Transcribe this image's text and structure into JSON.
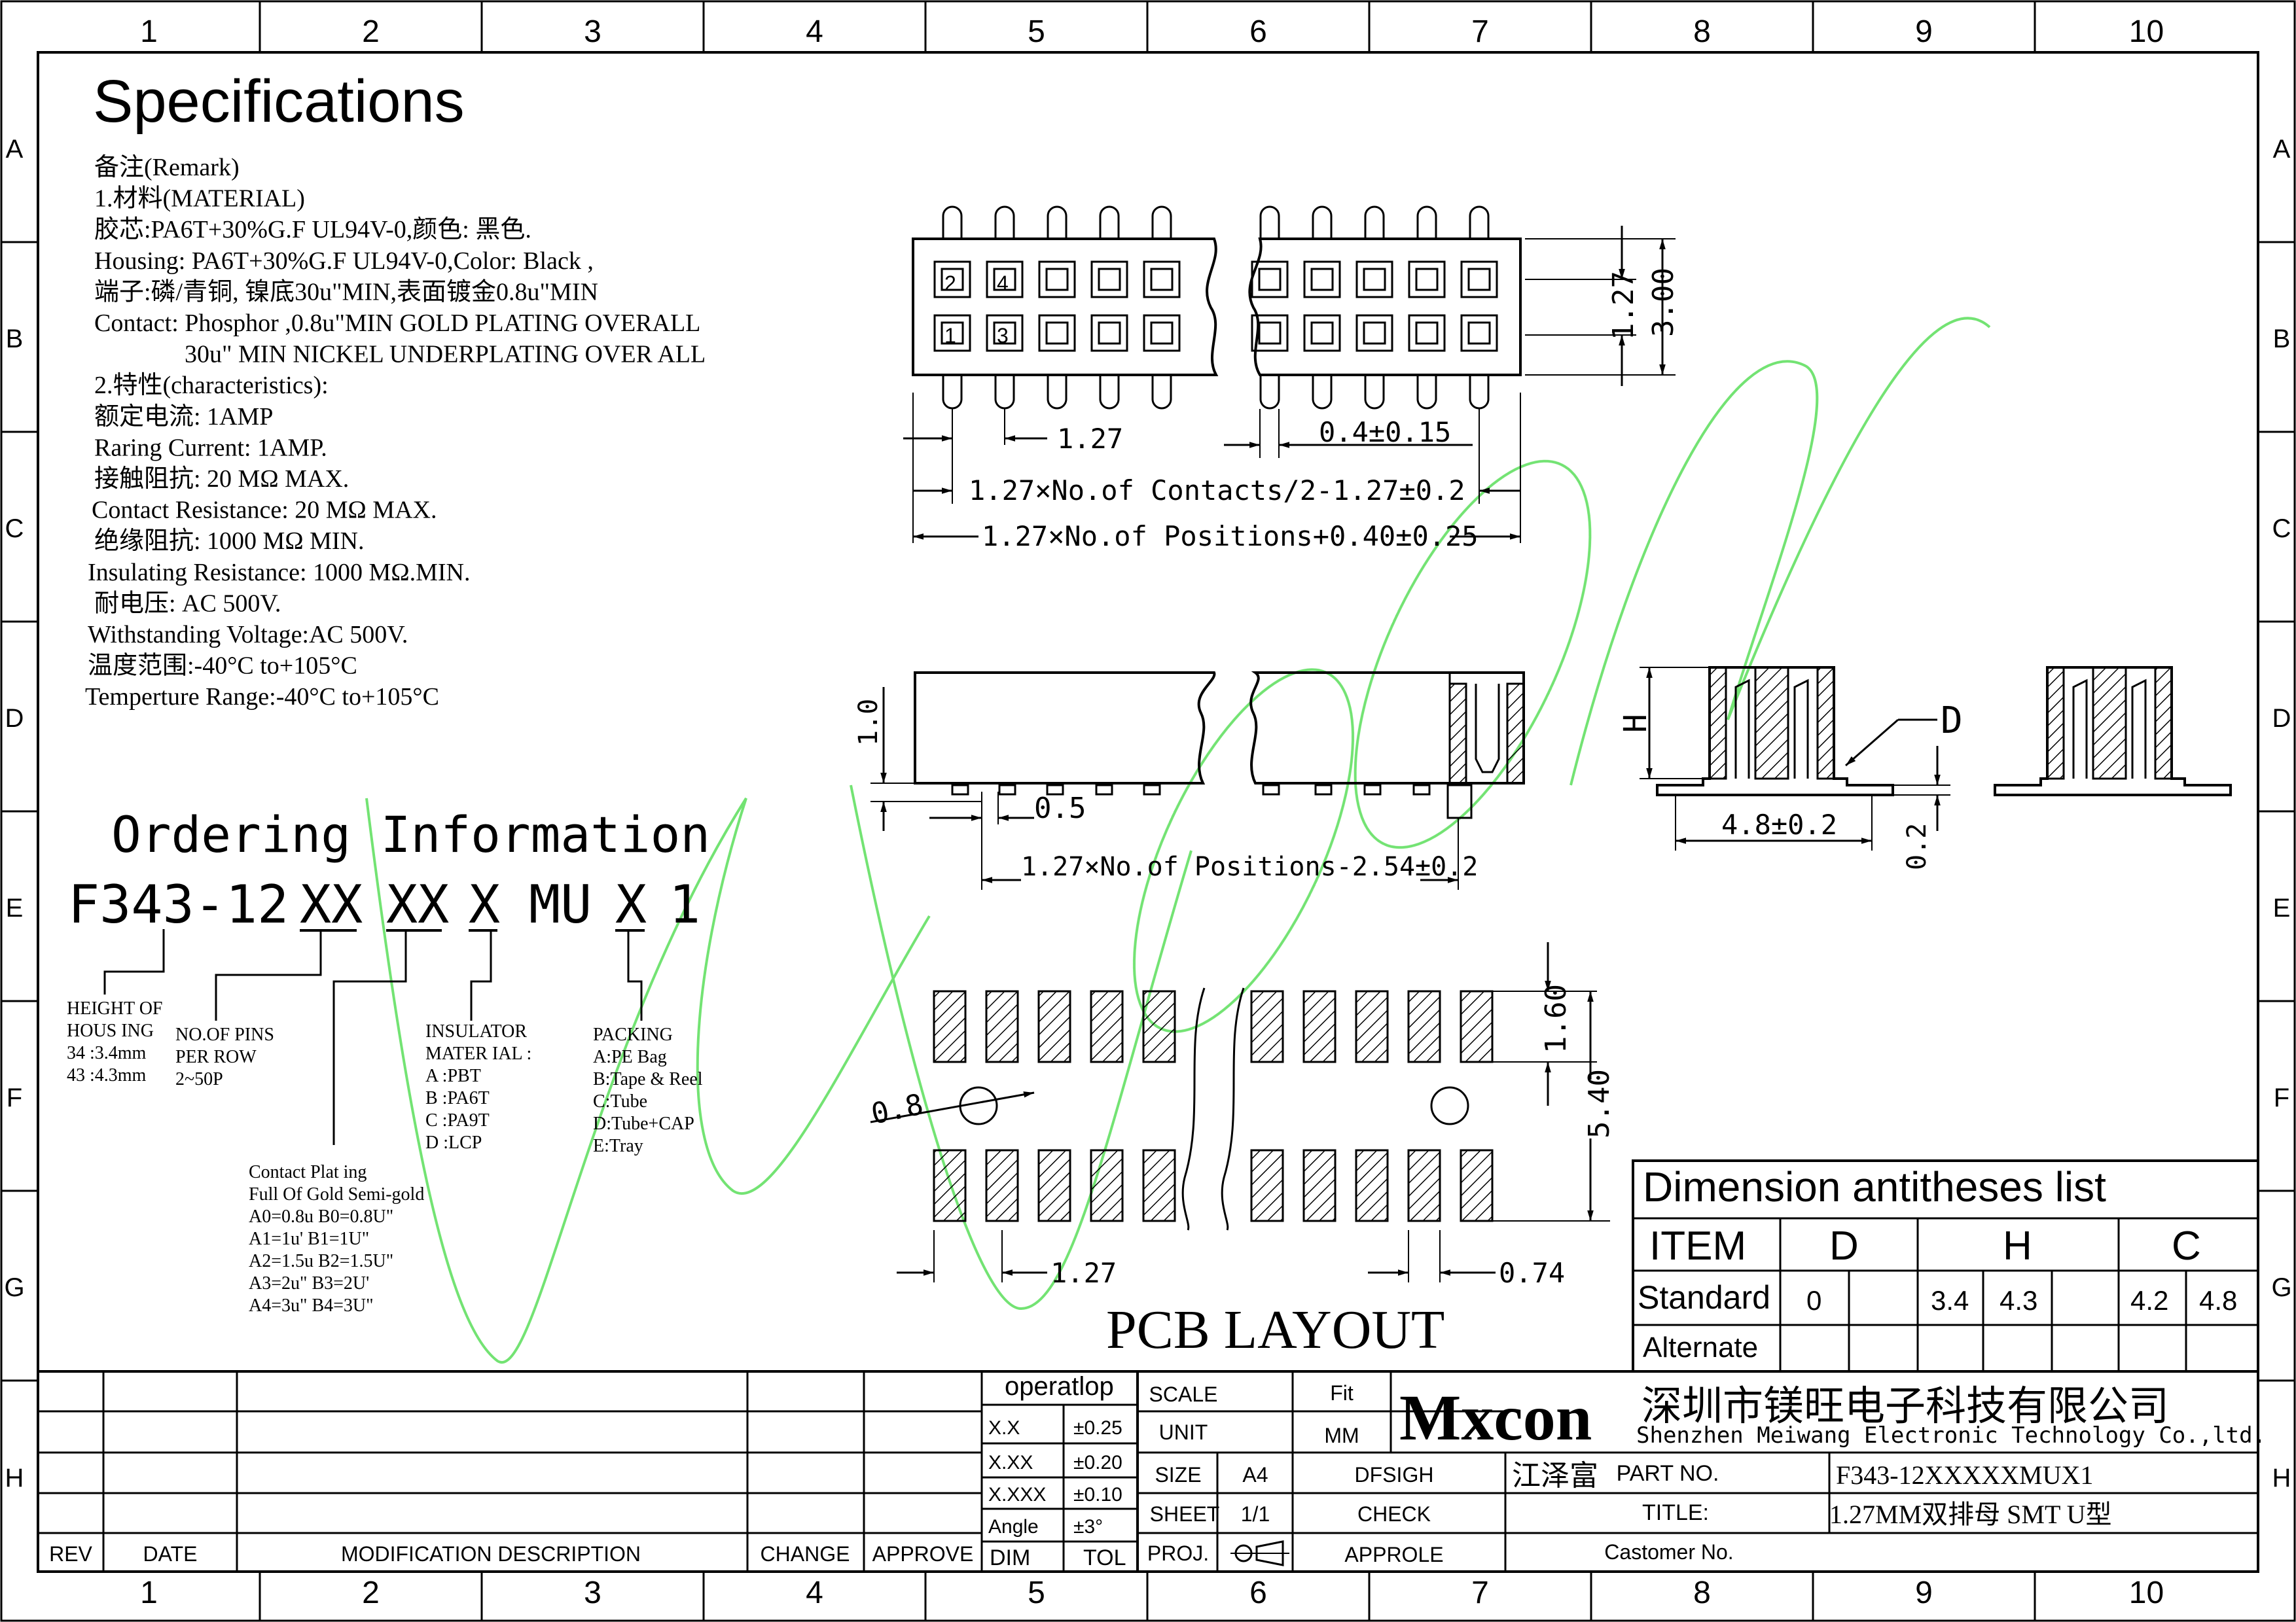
{
  "frame": {
    "col_labels": [
      "1",
      "2",
      "3",
      "4",
      "5",
      "6",
      "7",
      "8",
      "9",
      "10"
    ],
    "row_labels": [
      "A",
      "B",
      "C",
      "D",
      "E",
      "F",
      "G",
      "H"
    ]
  },
  "specs": {
    "title": "Specifications",
    "lines": [
      "备注(Remark)",
      "1.材料(MATERIAL)",
      "胶芯:PA6T+30%G.F UL94V-0,颜色: 黑色.",
      " Housing: PA6T+30%G.F UL94V-0,Color: Black ,",
      "端子:磷/青铜, 镍底30u\"MIN,表面镀金0.8u\"MIN",
      "Contact: Phosphor  ,0.8u\"MIN GOLD PLATING OVERALL",
      "30u\" MIN NICKEL UNDERPLATING OVER ALL",
      "2.特性(characteristics):",
      "额定电流: 1AMP",
      " Raring Current: 1AMP.",
      "接触阻抗: 20 MΩ MAX.",
      "Contact Resistance: 20 MΩ MAX.",
      "绝缘阻抗: 1000 MΩ MIN.",
      "Insulating Resistance: 1000 MΩ.MIN.",
      "耐电压: AC 500V.",
      "Withstanding Voltage:AC 500V.",
      "温度范围:-40°C to+105°C",
      "Temperture Range:-40°C to+105°C"
    ]
  },
  "ordering": {
    "title": "Ordering Information",
    "code": [
      "F343-12",
      "XX",
      "XX",
      "X",
      "MU",
      "X",
      "1"
    ],
    "height": [
      "HEIGHT OF",
      "HOUS ING",
      "34 :3.4mm",
      "43 :4.3mm"
    ],
    "pins": [
      "NO.OF PINS",
      "PER ROW",
      "2~50P"
    ],
    "insulator": [
      "INSULATOR",
      "MATER IAL :",
      "A :PBT",
      "B :PA6T",
      "C :PA9T",
      "D :LCP"
    ],
    "packing": [
      "PACKING",
      "A:PE Bag",
      "B:Tape & Reel",
      "C:Tube",
      "D:Tube+CAP",
      "E:Tray"
    ],
    "plating": [
      "Contact Plat ing",
      "Full Of Gold Semi-gold",
      "A0=0.8u B0=0.8U\"",
      "A1=1u' B1=1U\"",
      "A2=1.5u B2=1.5U\"",
      "A3=2u\" B3=2U'",
      "A4=3u\" B4=3U\""
    ]
  },
  "top_view": {
    "pin_nums": [
      "2",
      "4",
      "1",
      "3"
    ],
    "dim_pitch": "1.27",
    "dim_pin_w": "0.4±0.15",
    "dim_contacts": "1.27×No.of  Contacts/2-1.27±0.2",
    "dim_positions": "1.27×No.of  Positions+0.40±0.25",
    "dim_row": "1.27",
    "dim_height": "3.00"
  },
  "side_view": {
    "dim_1": "1.0",
    "dim_05": "0.5",
    "dim_len": "1.27×No.of  Positions-2.54±0.2"
  },
  "end_view": {
    "h": "H",
    "d": "D",
    "width": "4.8±0.2",
    "thk": "0.2"
  },
  "pcb": {
    "title": "PCB LAYOUT",
    "hole": "0.8",
    "pitch": "1.27",
    "pad_w": "0.74",
    "pad_h": "1.60",
    "span": "5.40"
  },
  "dim_table": {
    "title": "Dimension  antitheses list",
    "headers": [
      "ITEM",
      "D",
      "H",
      "C"
    ],
    "row1_label": "Standard",
    "row1_values": [
      "0",
      "3.4",
      "4.3",
      "4.2",
      "4.8"
    ],
    "row2_label": "Alternate"
  },
  "title_block": {
    "operatlop": "operatlop",
    "tol_rows": [
      [
        "X.X",
        "±0.25"
      ],
      [
        "X.XX",
        "±0.20"
      ],
      [
        "X.XXX",
        "±0.10"
      ],
      [
        "Angle",
        "±3°"
      ]
    ],
    "dim": "DIM",
    "tol": "TOL",
    "rev_headers": [
      "REV",
      "DATE",
      "MODIFICATION DESCRIPTION",
      "CHANGE",
      "APPROVE"
    ],
    "scale": "SCALE",
    "scale_val": "Fit",
    "unit": "UNIT",
    "unit_val": "MM",
    "size": "SIZE",
    "size_val": "A4",
    "sheet": "SHEET",
    "sheet_val": "1/1",
    "proj": "PROJ.",
    "dfsigh": "DFSIGH",
    "designer": "江泽富",
    "check": "CHECK",
    "approle": "APPROLE",
    "logo": "Mxcon",
    "company_cn": "深圳市镁旺电子科技有限公司",
    "company_en": "Shenzhen Meiwang Electronic Technology Co.,ltd.",
    "part_no_label": "PART NO.",
    "part_no": "F343-12XXXXXMUX1",
    "title_label": "TITLE:",
    "title": "1.27MM双排母  SMT U型",
    "customer_label": "Castomer No.",
    "accent": "#00cc00"
  }
}
